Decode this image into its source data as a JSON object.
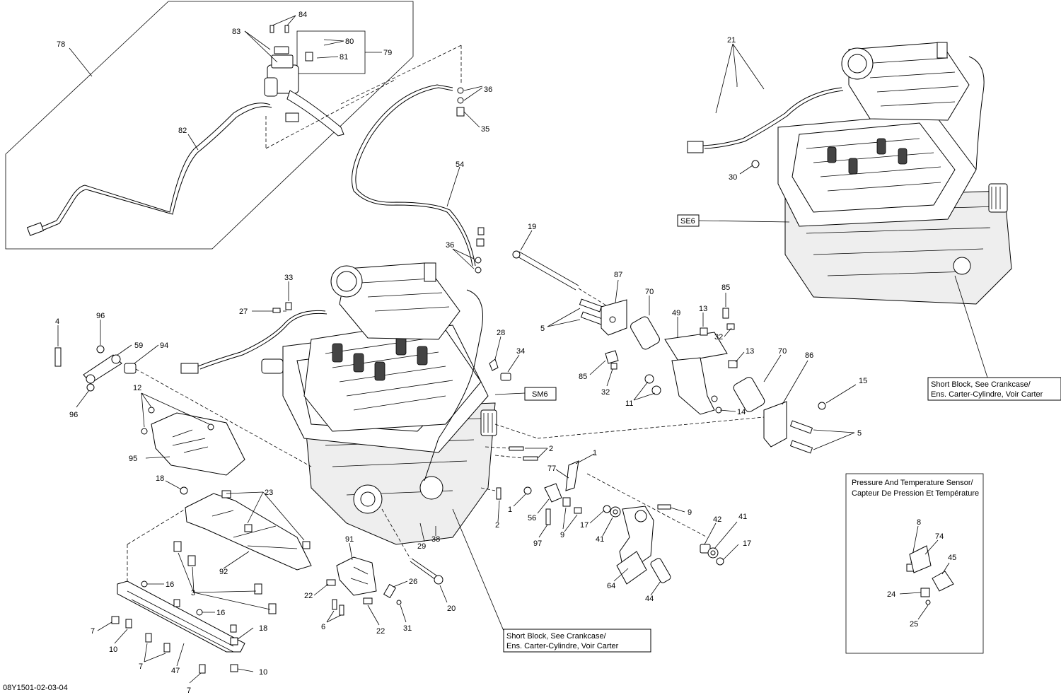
{
  "diagram_ref": "08Y1501-02-03-04",
  "callouts": {
    "c78": "78",
    "c83": "83",
    "c84": "84",
    "c80": "80",
    "c81": "81",
    "c79": "79",
    "c82": "82",
    "c36a": "36",
    "c35": "35",
    "c54": "54",
    "c36b": "36",
    "c21": "21",
    "c30": "30",
    "c19": "19",
    "c87": "87",
    "c70a": "70",
    "c85a": "85",
    "c5a": "5",
    "c49": "49",
    "c13a": "13",
    "c32a": "32",
    "c85b": "85",
    "c32b": "32",
    "c13b": "13",
    "c70b": "70",
    "c86": "86",
    "c11": "11",
    "c14": "14",
    "c15": "15",
    "c5b": "5",
    "c33": "33",
    "c27": "27",
    "c28": "28",
    "c34": "34",
    "c4": "4",
    "c96a": "96",
    "c59": "59",
    "c94": "94",
    "c96b": "96",
    "c12": "12",
    "c95": "95",
    "c18a": "18",
    "c23": "23",
    "c92": "92",
    "c3": "3",
    "c16a": "16",
    "c16b": "16",
    "c7a": "7",
    "c10a": "10",
    "c7b": "7",
    "c47": "47",
    "c18b": "18",
    "c10b": "10",
    "c7c": "7",
    "c2a": "2",
    "c1a": "1",
    "c77": "77",
    "c1b": "1",
    "c56": "56",
    "c9a": "9",
    "c97": "97",
    "c2b": "2",
    "c17a": "17",
    "c41a": "41",
    "c9b": "9",
    "c42": "42",
    "c41b": "41",
    "c17b": "17",
    "c64": "64",
    "c44": "44",
    "c29": "29",
    "c38": "38",
    "c91": "91",
    "c22a": "22",
    "c26": "26",
    "c6": "6",
    "c22b": "22",
    "c31": "31",
    "c20": "20",
    "c8": "8",
    "c74": "74",
    "c45": "45",
    "c24": "24",
    "c25": "25"
  },
  "ref_boxes": {
    "se6": "SE6",
    "sm6": "SM6"
  },
  "notes": {
    "short_block_right_line1": "Short Block, See Crankcase/",
    "short_block_right_line2": "Ens. Carter-Cylindre, Voir Carter",
    "short_block_bottom_line1": "Short Block, See Crankcase/",
    "short_block_bottom_line2": "Ens. Carter-Cylindre, Voir Carter",
    "sensor_title_line1": "Pressure And Temperature Sensor/",
    "sensor_title_line2": "Capteur De Pression Et Température"
  }
}
